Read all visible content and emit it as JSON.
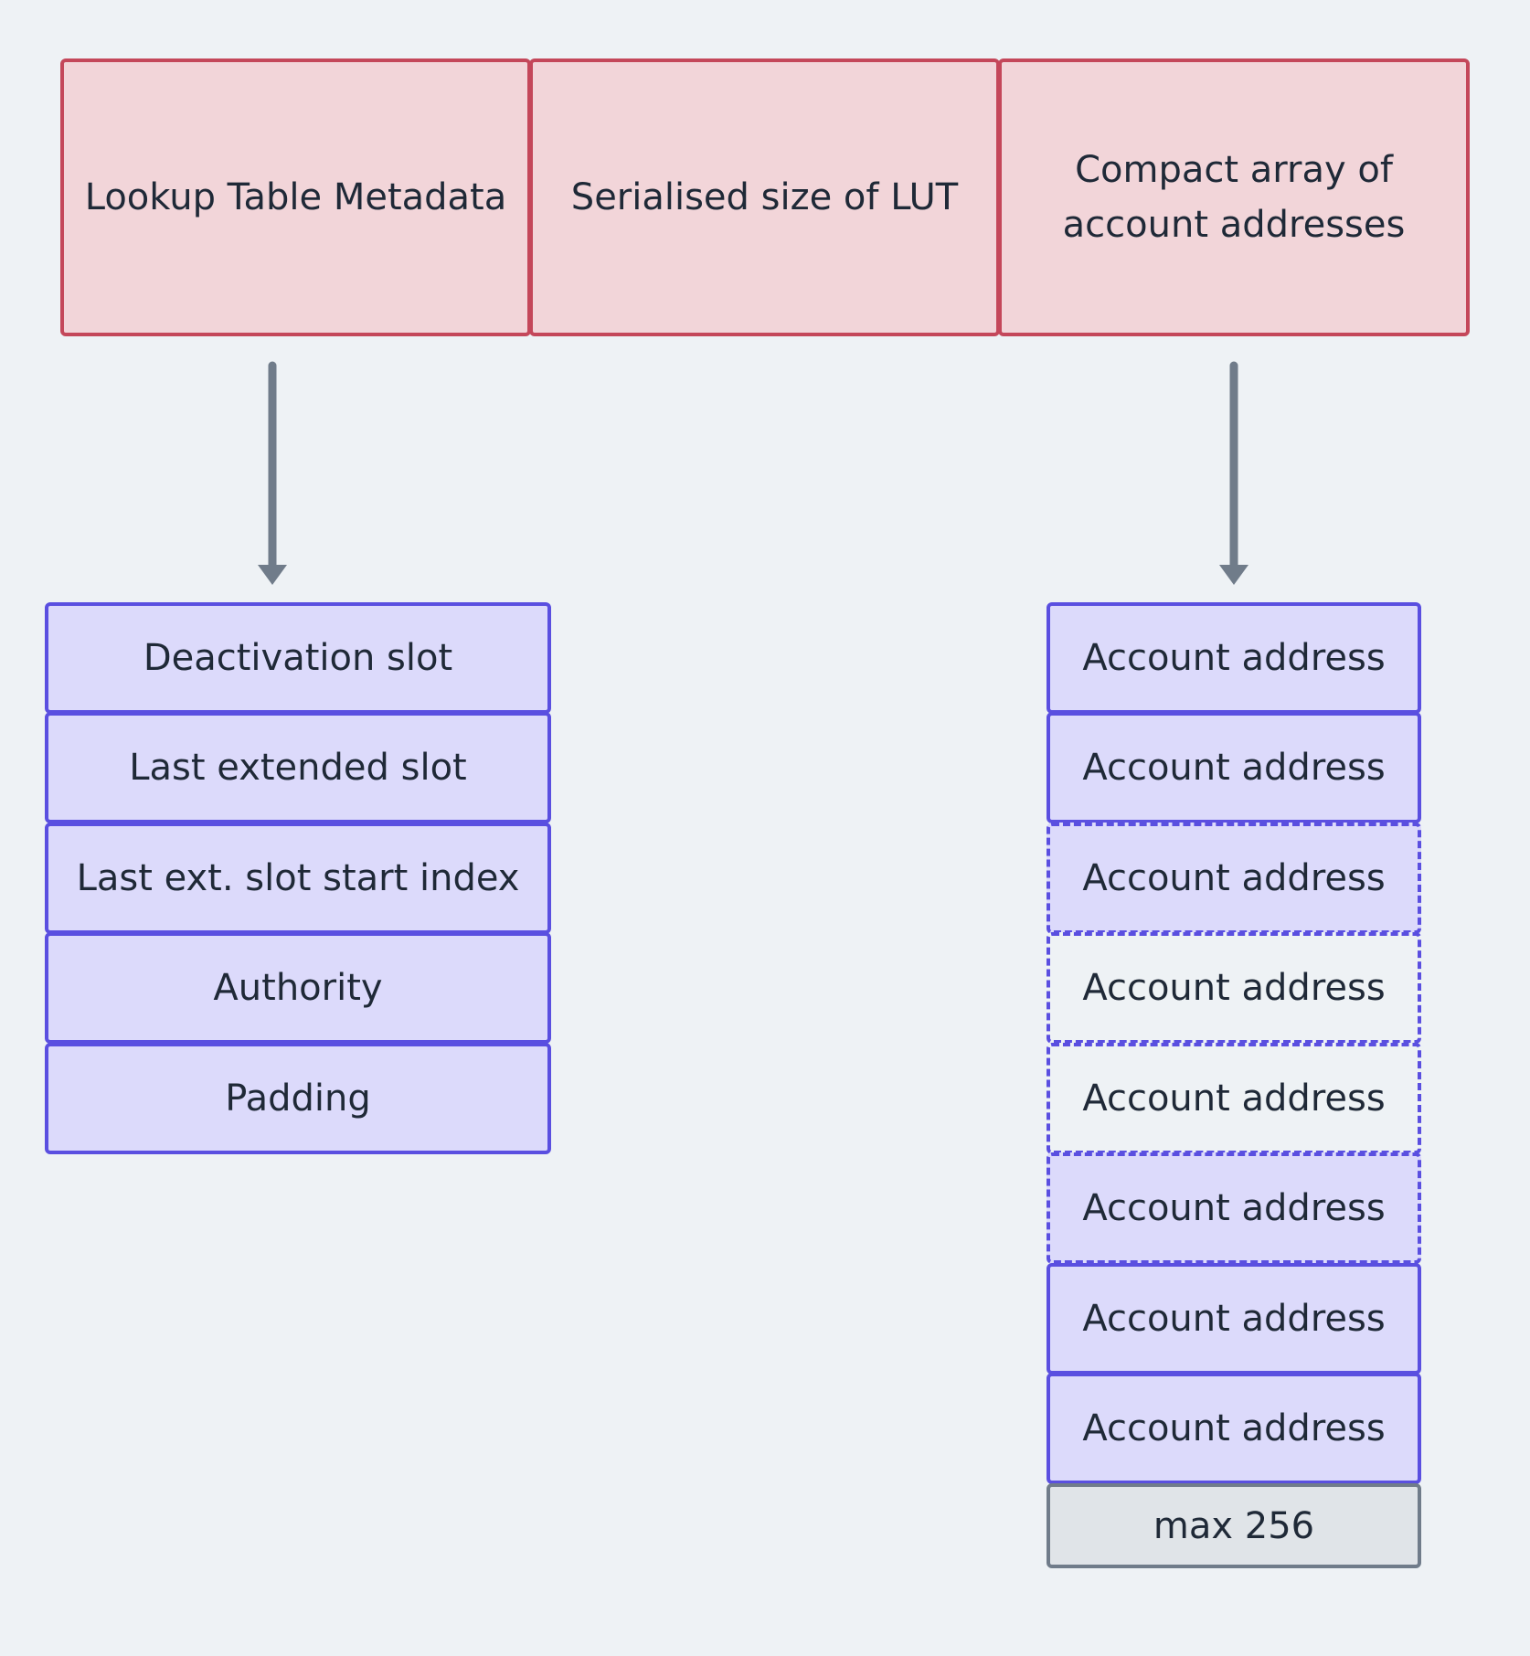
{
  "header": {
    "lookup_table_metadata": "Lookup Table Metadata",
    "serialised_size": "Serialised size of LUT",
    "compact_array": "Compact array of account addresses"
  },
  "metadata_fields": [
    "Deactivation slot",
    "Last extended slot",
    "Last ext. slot start index",
    "Authority",
    "Padding"
  ],
  "account_addresses": [
    "Account address",
    "Account address",
    "Account address",
    "Account address",
    "Account address",
    "Account address",
    "Account address",
    "Account address"
  ],
  "max_label": "max 256",
  "colors": {
    "background": "#eef2f5",
    "header_fill": "#f2d5d9",
    "header_border": "#c4475a",
    "field_fill": "#dcdafb",
    "field_border": "#5a4fe0",
    "arrow": "#707c8a",
    "max_fill": "#e0e4e8"
  }
}
